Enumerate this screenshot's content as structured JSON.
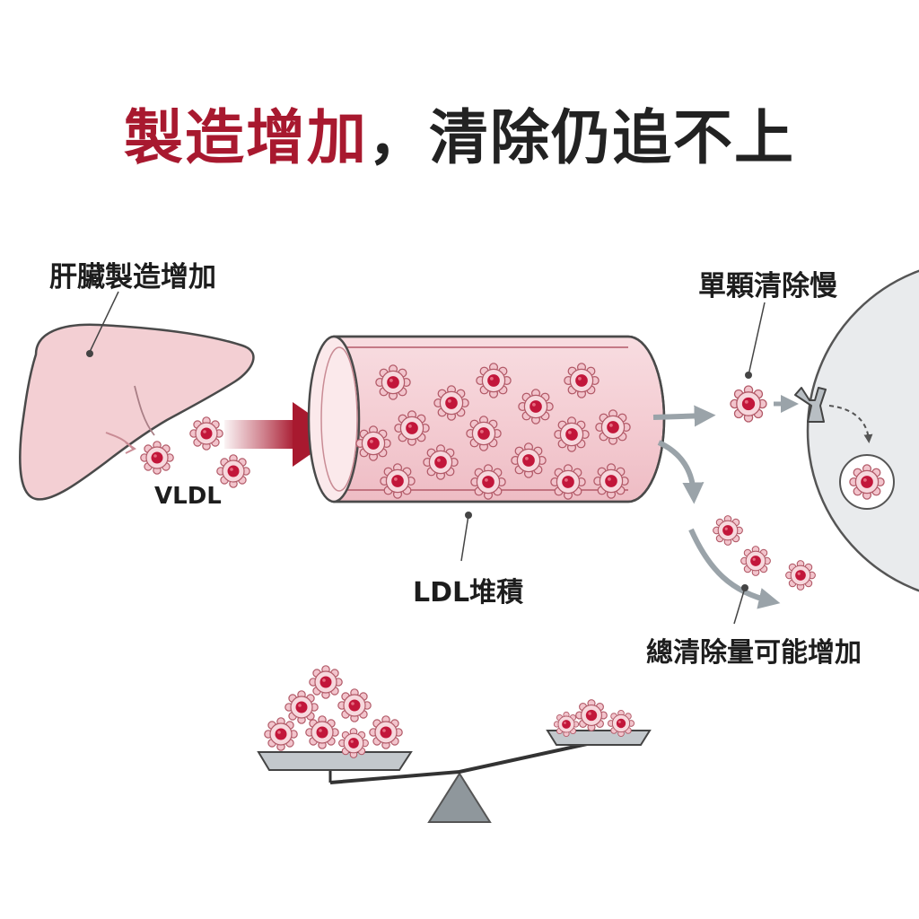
{
  "title": {
    "part1": "製造增加",
    "part2": "，清除仍追不上"
  },
  "labels": {
    "liver": "肝臟製造增加",
    "vldl": "VLDL",
    "ldl": "LDL堆積",
    "single_clear": "單顆清除慢",
    "total_clear": "總清除量可能增加"
  },
  "icons": [
    "liver-icon",
    "blood-vessel-icon",
    "particle-icon",
    "receptor-icon",
    "cell-icon",
    "balance-scale-icon"
  ],
  "colors": {
    "accent_red": "#a8192f",
    "particle_core": "#c2163a",
    "particle_petal": "#f2c4cc",
    "vessel_fill": "#f6d3d8",
    "liver_fill": "#f3cfd3",
    "arrow_gray": "#9aa3a9",
    "cell_fill": "#e9ebed"
  }
}
